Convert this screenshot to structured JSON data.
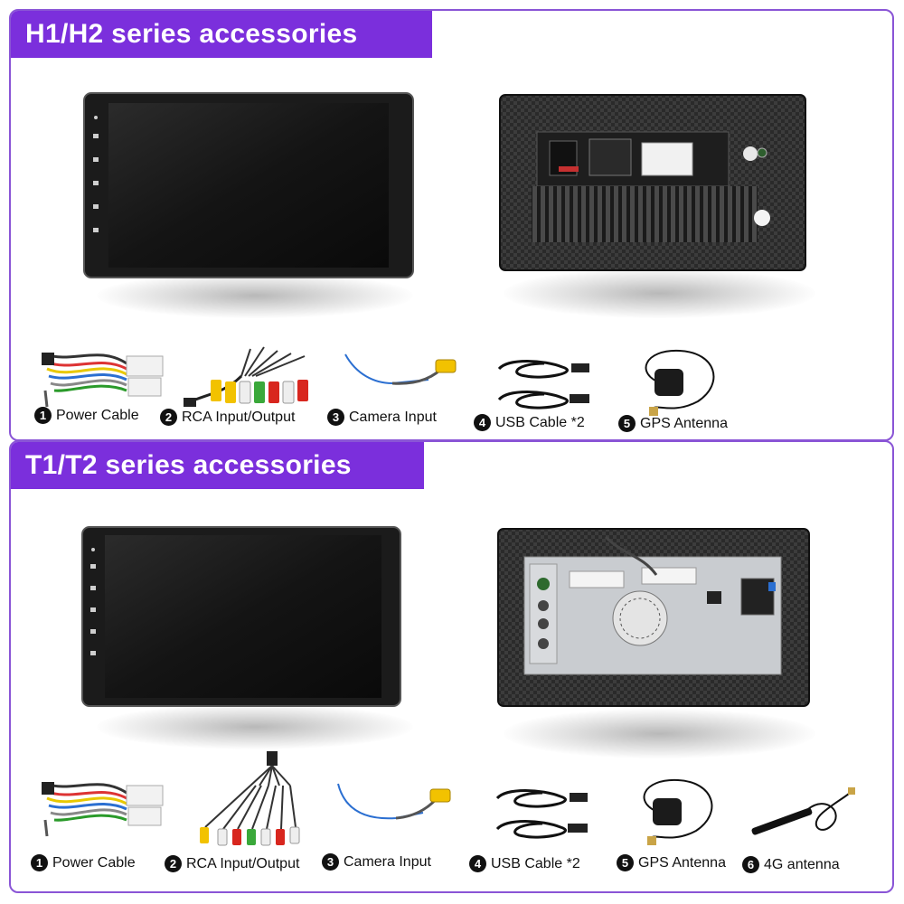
{
  "sections": [
    {
      "title": "H1/H2 series accessories",
      "accessories": [
        {
          "num": "1",
          "label": "Power Cable"
        },
        {
          "num": "2",
          "label": "RCA Input/Output"
        },
        {
          "num": "3",
          "label": "Camera Input"
        },
        {
          "num": "4",
          "label": "USB Cable *2"
        },
        {
          "num": "5",
          "label": "GPS Antenna"
        }
      ]
    },
    {
      "title": "T1/T2 series accessories",
      "accessories": [
        {
          "num": "1",
          "label": "Power Cable"
        },
        {
          "num": "2",
          "label": "RCA Input/Output"
        },
        {
          "num": "3",
          "label": "Camera Input"
        },
        {
          "num": "4",
          "label": "USB Cable *2"
        },
        {
          "num": "5",
          "label": "GPS Antenna"
        },
        {
          "num": "6",
          "label": "4G antenna"
        }
      ]
    }
  ],
  "colors": {
    "banner": "#7b2fdc",
    "panel_border": "#8a55d6",
    "rca_yellow": "#f2c200",
    "rca_red": "#d8261e",
    "rca_white": "#eeeeee",
    "rca_green": "#3aa83a"
  },
  "icons": [
    "car-stereo-front",
    "car-stereo-back",
    "power-cable",
    "rca-cable",
    "camera-cable",
    "usb-cable",
    "gps-antenna",
    "4g-antenna"
  ]
}
